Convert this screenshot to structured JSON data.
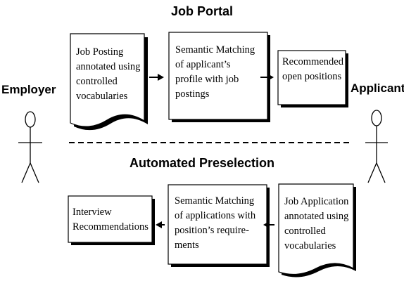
{
  "headings": {
    "top": "Job Portal",
    "bottom": "Automated Preselection"
  },
  "actors": {
    "left": "Employer",
    "right": "Applicant"
  },
  "top_row": {
    "doc_box": "Job Posting\nannotated using\ncontrolled\nvocabularies",
    "process_box": "Semantic Matching\nof applicant’s\nprofile with job\npostings",
    "output_box": "Recommended\nopen positions"
  },
  "bottom_row": {
    "output_box": "Interview\nRecommendations",
    "process_box": "Semantic Matching\nof applications with\nposition’s require-\nments",
    "doc_box": "Job Application\nannotated using\ncontrolled\nvocabularies"
  }
}
